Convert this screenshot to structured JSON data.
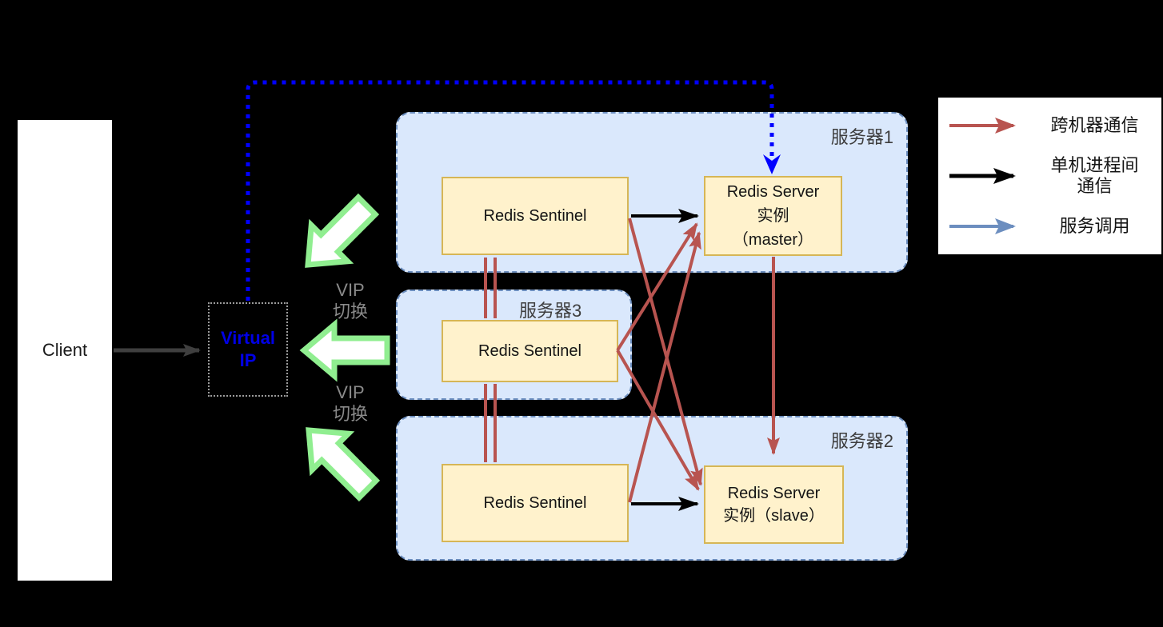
{
  "colors": {
    "background": "#000000",
    "cross_machine": "#b85450",
    "local_process": "#000000",
    "service_call_legend": "#6c8ebf",
    "service_call_line": "#0000ff",
    "vip_switch_arrow": "#90ee90",
    "client_arrow": "#3f3f3f",
    "server_fill": "#dae8fc",
    "server_border": "#6c8ebf",
    "node_fill": "#fff2cc",
    "node_border": "#d6b656",
    "virtual_ip_text": "#0000e6"
  },
  "client": {
    "label": "Client"
  },
  "virtual_ip": {
    "label": "Virtual\nIP"
  },
  "vip_switch": {
    "label": "VIP\n切换"
  },
  "servers": {
    "server1": {
      "label": "服务器1",
      "sentinel": "Redis Sentinel",
      "redis": "Redis Server\n实例\n（master）"
    },
    "server3": {
      "label": "服务器3",
      "sentinel": "Redis Sentinel"
    },
    "server2": {
      "label": "服务器2",
      "sentinel": "Redis Sentinel",
      "redis": "Redis Server\n实例（slave）"
    }
  },
  "legend": {
    "items": [
      {
        "label": "跨机器通信",
        "color": "#b85450"
      },
      {
        "label": "单机进程间\n通信",
        "color": "#000000"
      },
      {
        "label": "服务调用",
        "color": "#6c8ebf"
      }
    ]
  }
}
